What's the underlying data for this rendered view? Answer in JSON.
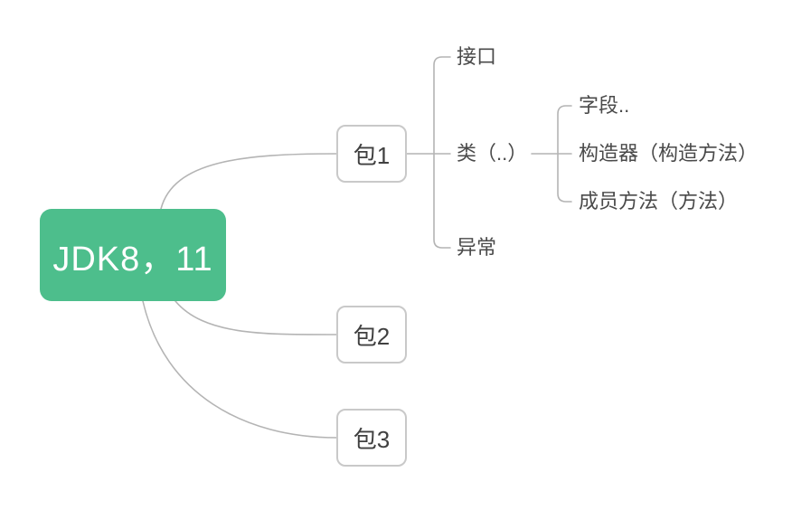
{
  "mindmap": {
    "root": {
      "label": "JDK8，11"
    },
    "packages": [
      {
        "label": "包1"
      },
      {
        "label": "包2"
      },
      {
        "label": "包3"
      }
    ],
    "package1_children": [
      {
        "label": "接口"
      },
      {
        "label": "类（..）"
      },
      {
        "label": "异常"
      }
    ],
    "class_children": [
      {
        "label": "字段.."
      },
      {
        "label": "构造器（构造方法）"
      },
      {
        "label": "成员方法（方法）"
      }
    ],
    "colors": {
      "root_bg": "#4dbe8c",
      "root_text": "#ffffff",
      "node_border": "#c9c9c9",
      "node_text": "#404040",
      "leaf_text": "#4a4a4a",
      "connector": "#b4b4b4",
      "background": "#ffffff"
    }
  }
}
